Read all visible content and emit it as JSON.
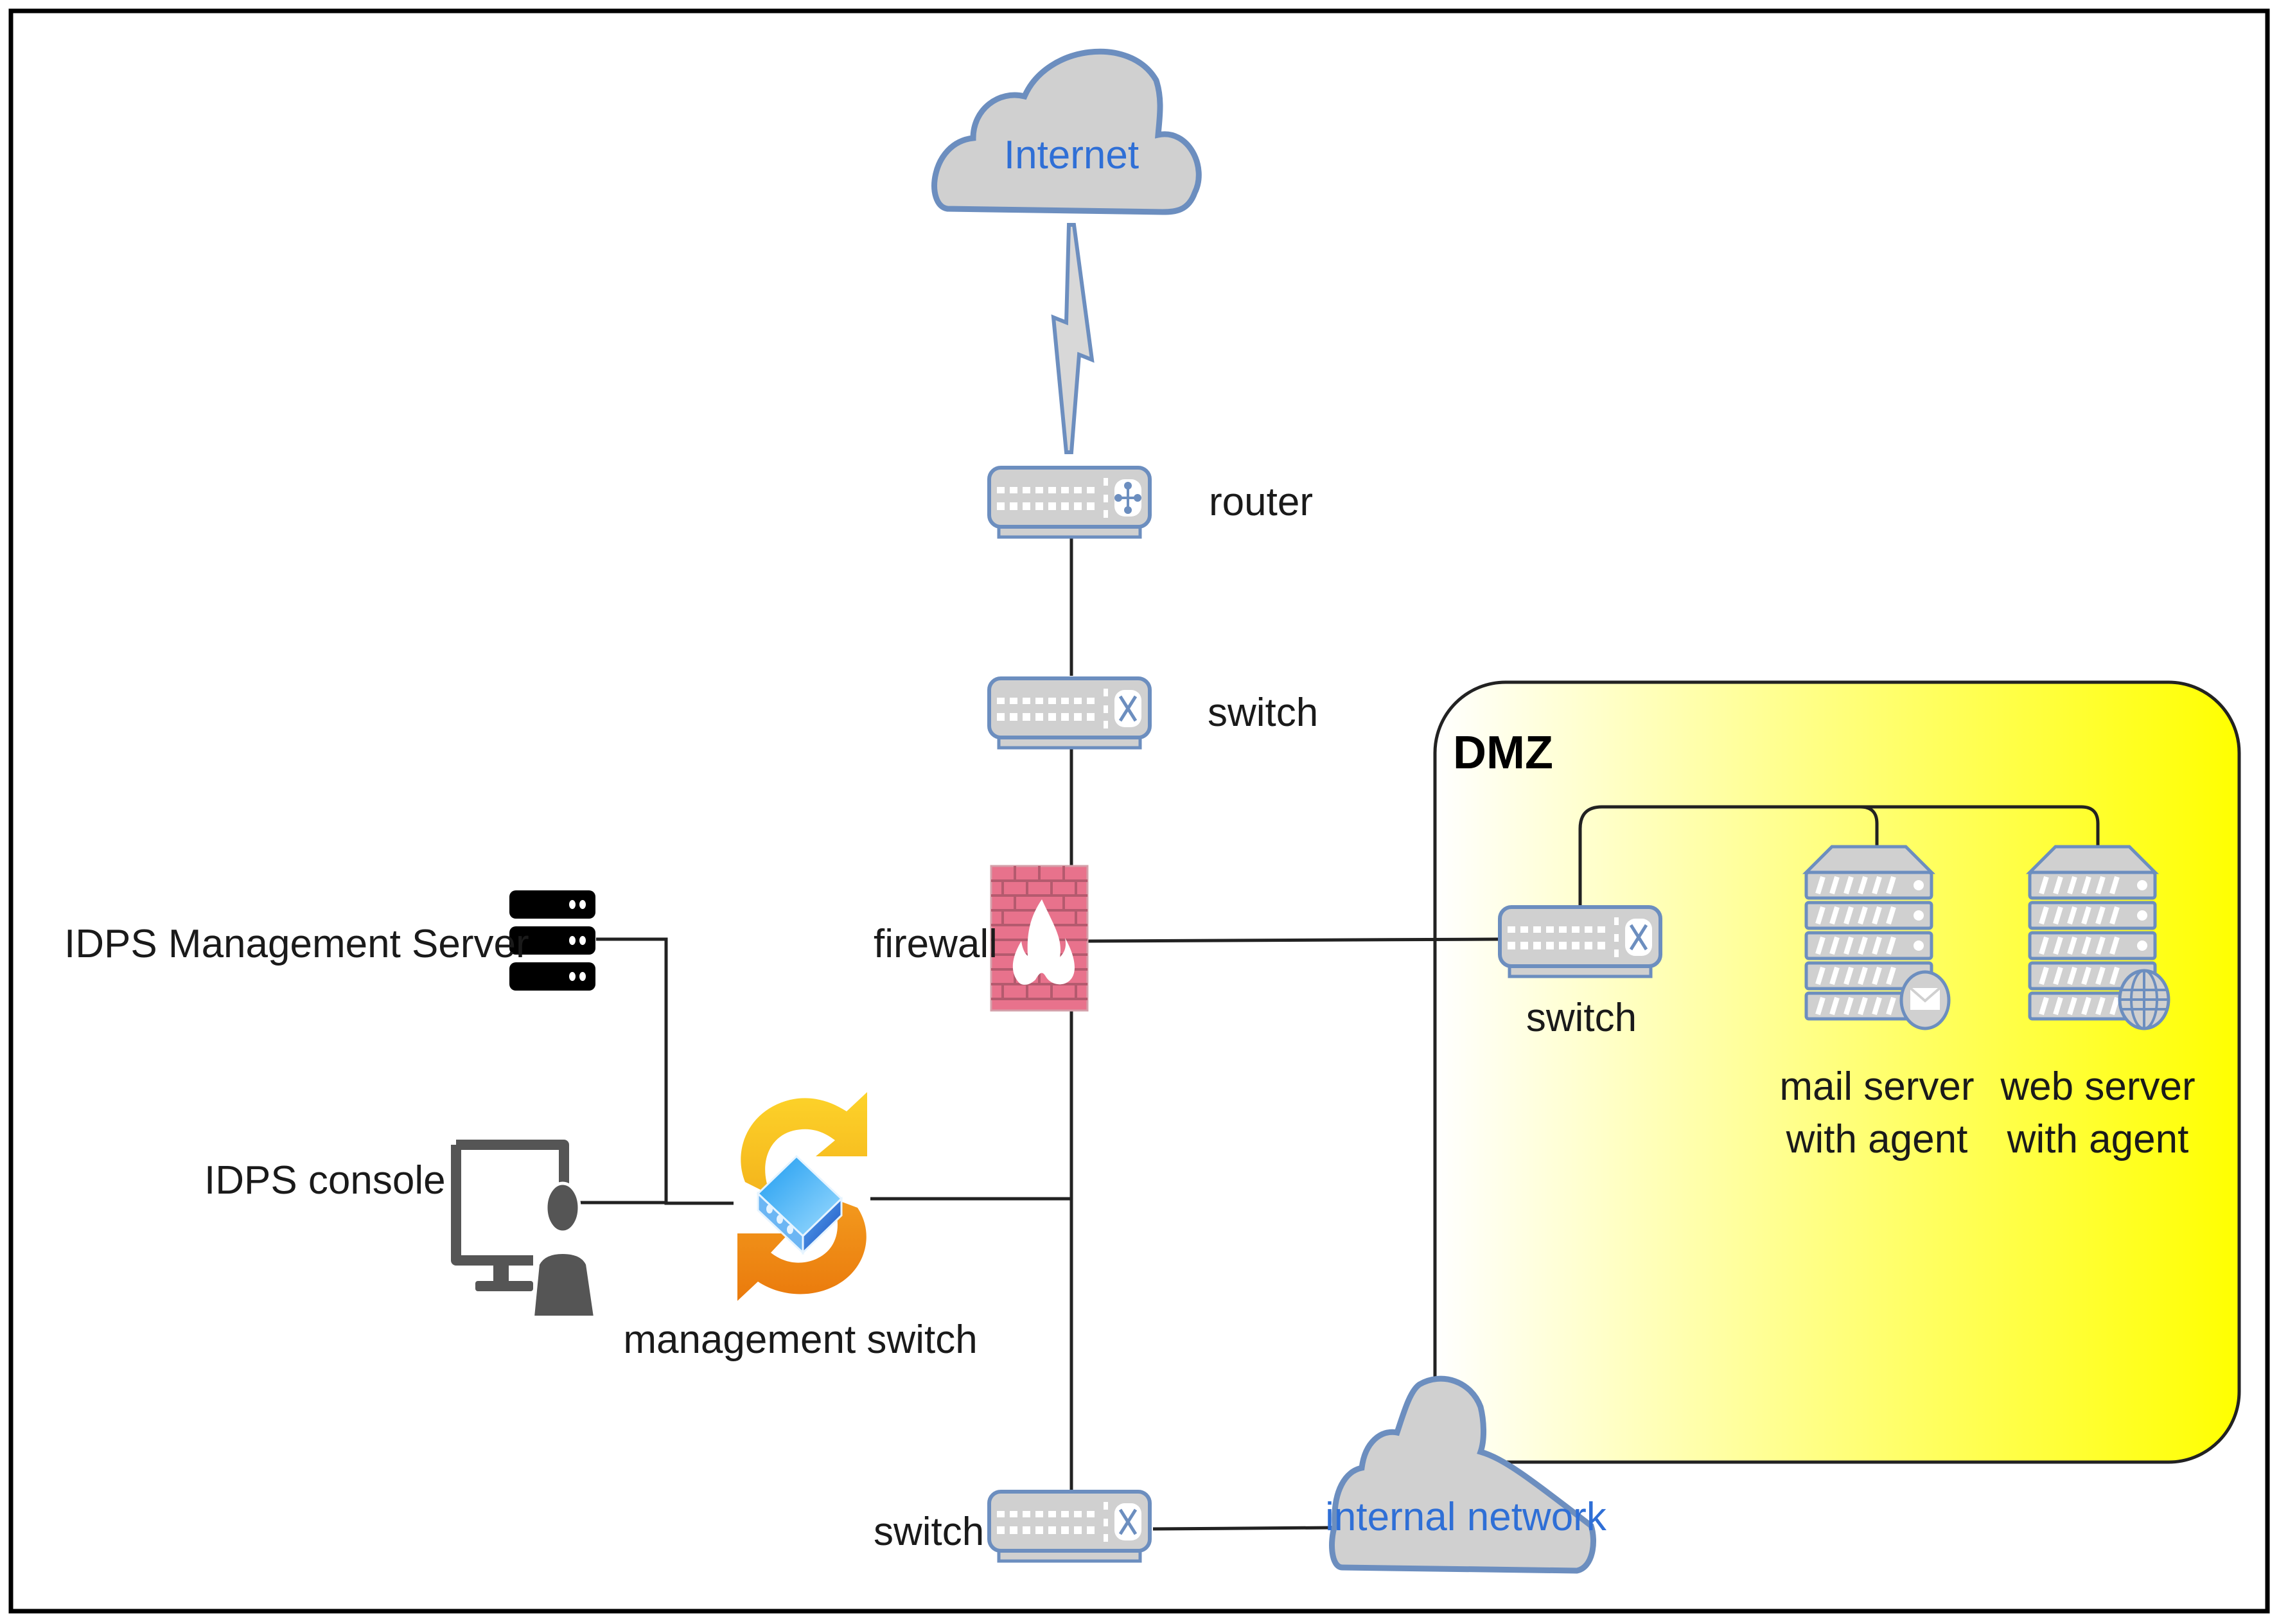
{
  "diagram": {
    "title": "IDPS network topology",
    "colors": {
      "frame": "#000000",
      "device_fill": "#d0d0d0",
      "device_stroke": "#6c8ebf",
      "firewall_fill": "#e8728c",
      "dmz_gradient_start": "#ffffff",
      "dmz_gradient_end": "#ffff00",
      "cloud_text": "#2f6fd6",
      "console_gray": "#555555",
      "mgmt_switch_arrows_top": "#f9c623",
      "mgmt_switch_arrows_bottom": "#ef8a14",
      "mgmt_switch_body": "#35a8f0"
    },
    "nodes": {
      "internet": {
        "label": "Internet",
        "icon": "cloud-icon"
      },
      "router": {
        "label": "router",
        "icon": "router-icon"
      },
      "switch_top": {
        "label": "switch",
        "icon": "switch-icon"
      },
      "firewall": {
        "label": "firewall",
        "icon": "firewall-icon"
      },
      "dmz": {
        "label": "DMZ"
      },
      "dmz_switch": {
        "label": "switch",
        "icon": "switch-icon"
      },
      "mail_server": {
        "label_line1": "mail server",
        "label_line2": "with agent",
        "icon": "mail-server-icon"
      },
      "web_server": {
        "label_line1": "web server",
        "label_line2": "with agent",
        "icon": "web-server-icon"
      },
      "idps_mgmt_server": {
        "label": "IDPS Management Server",
        "icon": "server-stack-icon"
      },
      "idps_console": {
        "label": "IDPS console",
        "icon": "console-user-icon"
      },
      "mgmt_switch": {
        "label": "management switch",
        "icon": "management-switch-icon"
      },
      "switch_bottom": {
        "label": "switch",
        "icon": "switch-icon"
      },
      "internal_network": {
        "label": "internal network",
        "icon": "cloud-icon"
      }
    },
    "connections": [
      {
        "from": "internet",
        "to": "router",
        "type": "wan-link"
      },
      {
        "from": "router",
        "to": "switch_top"
      },
      {
        "from": "switch_top",
        "to": "firewall"
      },
      {
        "from": "firewall",
        "to": "dmz_switch"
      },
      {
        "from": "dmz_switch",
        "to": "mail_server"
      },
      {
        "from": "dmz_switch",
        "to": "web_server"
      },
      {
        "from": "firewall",
        "to": "switch_bottom"
      },
      {
        "from": "mgmt_switch",
        "to": "firewall-trunk"
      },
      {
        "from": "idps_mgmt_server",
        "to": "mgmt_switch"
      },
      {
        "from": "idps_console",
        "to": "mgmt_switch"
      },
      {
        "from": "switch_bottom",
        "to": "internal_network"
      }
    ]
  }
}
